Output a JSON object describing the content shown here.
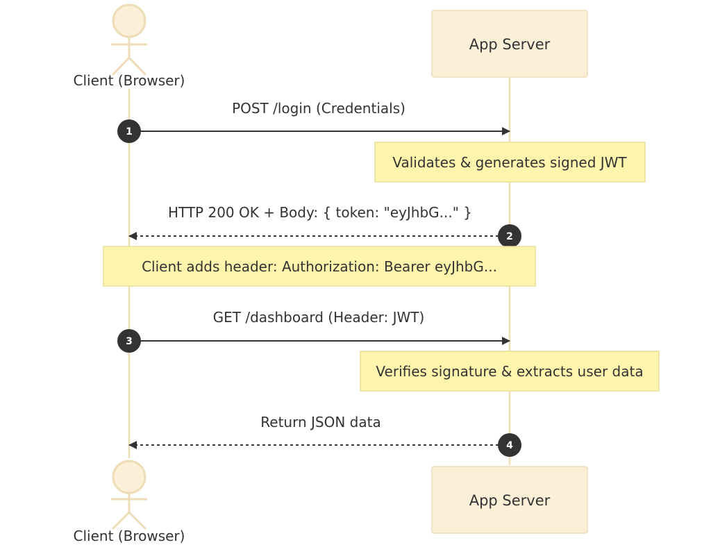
{
  "participants": {
    "client": {
      "label": "Client (Browser)",
      "kind": "actor"
    },
    "server": {
      "label": "App Server",
      "kind": "box"
    }
  },
  "messages": [
    {
      "number": "1",
      "label": "POST /login (Credentials)",
      "from": "client",
      "to": "server",
      "style": "solid"
    },
    {
      "number": "2",
      "label": "HTTP 200 OK + Body: { token: \"eyJhbG...\" }",
      "from": "server",
      "to": "client",
      "style": "dashed"
    },
    {
      "number": "3",
      "label": "GET /dashboard (Header: JWT)",
      "from": "client",
      "to": "server",
      "style": "solid"
    },
    {
      "number": "4",
      "label": "Return JSON data",
      "from": "server",
      "to": "client",
      "style": "dashed"
    }
  ],
  "notes": [
    {
      "label": "Validates & generates signed JWT",
      "over": "server"
    },
    {
      "label": "Client adds header: Authorization: Bearer eyJhbG...",
      "over": "client,server"
    },
    {
      "label": "Verifies signature & extracts user data",
      "over": "server"
    }
  ],
  "colors": {
    "lifeline": "#f0deb4",
    "actor_fill": "#fcefd8",
    "actor_stroke": "#eddcb5",
    "box_fill": "#fcefd8",
    "box_stroke": "#eddcb5",
    "note_fill": "#fff5ad",
    "note_stroke": "#eadf9a",
    "arrow": "#333333",
    "badge": "#333333",
    "badge_text": "#ffffff",
    "text": "#333333"
  }
}
